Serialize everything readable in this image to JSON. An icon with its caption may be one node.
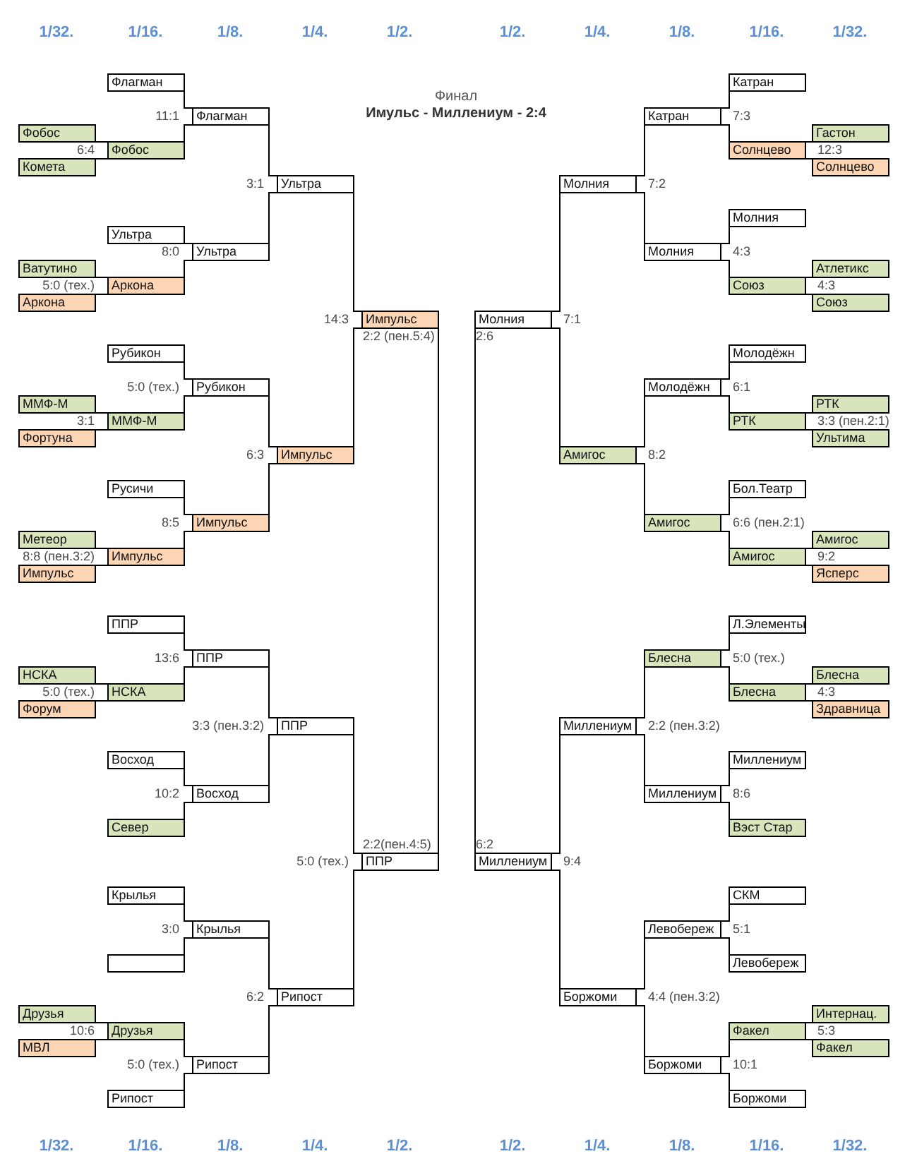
{
  "diagram": {
    "nodes": [
      {
        "text": [
          "Флагман"
        ]
      },
      {
        "text": [
          "Катран"
        ]
      },
      {
        "text": [
          "Флагман"
        ],
        "beside": [
          "11:1"
        ]
      },
      {
        "text": [
          "Катран"
        ],
        "beside": [
          "7:3"
        ]
      },
      {
        "text": [
          "Фобос"
        ]
      },
      {
        "text": [
          "Гастон"
        ]
      },
      {
        "text": [
          "Фобос"
        ]
      },
      {
        "text": [
          "Солнцево"
        ]
      },
      {
        "text": [
          "Комета"
        ]
      },
      {
        "text": [
          "Солнцево"
        ]
      },
      {
        "text": [
          "Ультра"
        ],
        "beside": [
          "3:1"
        ]
      },
      {
        "text": [
          "Молния"
        ],
        "beside": [
          "7:2"
        ]
      },
      {
        "text": [
          "Молния"
        ]
      },
      {
        "text": [
          "Ультра"
        ]
      },
      {
        "text": [
          "Ультра"
        ]
      },
      {
        "text": [
          "Молния"
        ],
        "beside": [
          "4:3"
        ]
      },
      {
        "text": [
          "Ватутино"
        ]
      },
      {
        "text": [
          "Атлетикс"
        ]
      },
      {
        "text": [
          "Аркона"
        ]
      },
      {
        "text": [
          "Союз"
        ]
      },
      {
        "text": [
          "Аркона"
        ]
      },
      {
        "text": [
          "Союз"
        ]
      },
      {
        "text": [
          "Импульс"
        ],
        "beside": [
          "14:3",
          "2:2 (пен.5:4)"
        ]
      },
      {
        "text": [
          "Молния"
        ],
        "beside": [
          "7:1",
          "2:6"
        ]
      },
      {
        "text": [
          "Рубикон"
        ]
      },
      {
        "text": [
          "Молодёжн"
        ]
      },
      {
        "text": [
          "Рубикон"
        ],
        "beside": [
          "5:0 (тех.)"
        ]
      },
      {
        "text": [
          "Молодёжн"
        ],
        "beside": [
          "6:1"
        ]
      },
      {
        "text": [
          "ММФ-М"
        ]
      },
      {
        "text": [
          "РТК"
        ]
      },
      {
        "text": [
          "ММФ-М"
        ]
      },
      {
        "text": [
          "РТК"
        ]
      },
      {
        "text": [
          "Фортуна"
        ]
      },
      {
        "text": [
          "Ультима"
        ]
      },
      {
        "text": [
          "Импульс"
        ],
        "beside": [
          "6:3"
        ]
      },
      {
        "text": [
          "Амигос"
        ],
        "beside": [
          "8:2"
        ]
      },
      {
        "text": [
          "Русичи"
        ]
      },
      {
        "text": [
          "Бол.Театр"
        ]
      },
      {
        "text": [
          "Импульс"
        ],
        "beside": [
          "8:5"
        ]
      },
      {
        "text": [
          "Амигос"
        ],
        "beside": [
          "6:6 (пен.2:1)"
        ]
      },
      {
        "text": [
          "Метеор"
        ]
      },
      {
        "text": [
          "Амигос"
        ]
      },
      {
        "text": [
          "Импульс"
        ]
      },
      {
        "text": [
          "Амигос"
        ]
      },
      {
        "text": [
          "Импульс"
        ]
      },
      {
        "text": [
          "Ясперс"
        ]
      },
      {
        "text": [
          "ППР"
        ]
      },
      {
        "text": [
          "Л.Элементы"
        ]
      },
      {
        "text": [
          "ППР"
        ],
        "beside": [
          "13:6"
        ]
      },
      {
        "text": [
          "Блесна"
        ],
        "beside": [
          "5:0 (тех.)"
        ]
      },
      {
        "text": [
          "НСКА"
        ]
      },
      {
        "text": [
          "Блесна"
        ]
      },
      {
        "text": [
          "НСКА"
        ]
      },
      {
        "text": [
          "Блесна"
        ]
      },
      {
        "text": [
          "Форум"
        ]
      },
      {
        "text": [
          "Здравница"
        ]
      },
      {
        "text": [
          "ППР"
        ],
        "beside": [
          "3:3 (пен.3:2)"
        ]
      },
      {
        "text": [
          "Миллениум"
        ],
        "beside": [
          "2:2 (пен.3:2)"
        ]
      },
      {
        "text": [
          "Восход"
        ]
      },
      {
        "text": [
          "Миллениум"
        ]
      },
      {
        "text": [
          "Восход"
        ],
        "beside": [
          "10:2"
        ]
      },
      {
        "text": [
          "Миллениум"
        ],
        "beside": [
          "8:6"
        ]
      },
      {
        "text": [
          "Север"
        ]
      },
      {
        "text": [
          "Вэст Стар"
        ]
      },
      {
        "text": [
          "ППР"
        ],
        "beside": [
          "2:2(пен.4:5)",
          "5:0 (тех.)"
        ]
      },
      {
        "text": [
          "Миллениум"
        ],
        "beside": [
          "6:2",
          "9:4"
        ]
      },
      {
        "text": [
          "Крылья"
        ]
      },
      {
        "text": [
          "СКМ"
        ]
      },
      {
        "text": [
          "Крылья"
        ],
        "beside": [
          "3:0"
        ]
      },
      {
        "text": [
          "Левобереж"
        ],
        "beside": [
          "5:1"
        ]
      },
      {
        "text": [],
        "shape": "box"
      },
      {
        "text": [
          "Левобереж"
        ]
      },
      {
        "text": [
          "Рипост"
        ],
        "beside": [
          "6:2"
        ]
      },
      {
        "text": [
          "Боржоми"
        ],
        "beside": [
          "4:4 (пен.3:2)"
        ]
      },
      {
        "text": [
          "Друзья"
        ]
      },
      {
        "text": [
          "Интернац."
        ]
      },
      {
        "text": [
          "Друзья"
        ]
      },
      {
        "text": [
          "Факел"
        ]
      },
      {
        "text": [
          "МВЛ"
        ]
      },
      {
        "text": [
          "Факел"
        ]
      },
      {
        "text": [
          "Рипост"
        ],
        "beside": [
          "5:0 (тех.)"
        ]
      },
      {
        "text": [
          "Боржоми"
        ],
        "beside": [
          "10:1"
        ]
      },
      {
        "text": [
          "Рипост"
        ]
      },
      {
        "text": [
          "Боржоми"
        ]
      }
    ],
    "edges": [
      {
        "from": 0,
        "to": 2,
        "arrow": "none"
      },
      {
        "from": 6,
        "to": 2,
        "arrow": "none"
      },
      {
        "from": 1,
        "to": 3,
        "arrow": "none"
      },
      {
        "from": 7,
        "to": 3,
        "arrow": "none"
      },
      {
        "from": 4,
        "to": 6,
        "arrow": "none"
      },
      {
        "from": 8,
        "to": 6,
        "arrow": "none"
      },
      {
        "from": 5,
        "to": 7,
        "arrow": "none"
      },
      {
        "from": 9,
        "to": 7,
        "arrow": "none"
      },
      {
        "from": 2,
        "to": 10,
        "arrow": "none"
      },
      {
        "from": 14,
        "to": 10,
        "arrow": "none"
      },
      {
        "from": 3,
        "to": 11,
        "arrow": "none"
      },
      {
        "from": 15,
        "to": 11,
        "arrow": "none"
      },
      {
        "from": 13,
        "to": 14,
        "arrow": "none"
      },
      {
        "from": 18,
        "to": 14,
        "arrow": "none"
      },
      {
        "from": 12,
        "to": 15,
        "arrow": "none"
      },
      {
        "from": 19,
        "to": 15,
        "arrow": "none"
      },
      {
        "from": 16,
        "to": 18,
        "arrow": "none"
      },
      {
        "from": 20,
        "to": 18,
        "arrow": "none"
      },
      {
        "from": 17,
        "to": 19,
        "arrow": "none"
      },
      {
        "from": 21,
        "to": 19,
        "arrow": "none"
      },
      {
        "from": 10,
        "to": 22,
        "arrow": "none"
      },
      {
        "from": 34,
        "to": 22,
        "arrow": "none"
      },
      {
        "from": 11,
        "to": 23,
        "arrow": "none"
      },
      {
        "from": 35,
        "to": 23,
        "arrow": "none"
      },
      {
        "from": 24,
        "to": 26,
        "arrow": "none"
      },
      {
        "from": 30,
        "to": 26,
        "arrow": "none"
      },
      {
        "from": 25,
        "to": 27,
        "arrow": "none"
      },
      {
        "from": 31,
        "to": 27,
        "arrow": "none"
      },
      {
        "from": 28,
        "to": 30,
        "arrow": "none"
      },
      {
        "from": 32,
        "to": 30,
        "arrow": "none"
      },
      {
        "from": 29,
        "to": 31,
        "arrow": "none"
      },
      {
        "from": 33,
        "to": 31,
        "arrow": "none"
      },
      {
        "from": 26,
        "to": 34,
        "arrow": "none"
      },
      {
        "from": 38,
        "to": 34,
        "arrow": "none"
      },
      {
        "from": 27,
        "to": 35,
        "arrow": "none"
      },
      {
        "from": 39,
        "to": 35,
        "arrow": "none"
      },
      {
        "from": 36,
        "to": 38,
        "arrow": "none"
      },
      {
        "from": 42,
        "to": 38,
        "arrow": "none"
      },
      {
        "from": 37,
        "to": 39,
        "arrow": "none"
      },
      {
        "from": 43,
        "to": 39,
        "arrow": "none"
      },
      {
        "from": 40,
        "to": 42,
        "arrow": "none"
      },
      {
        "from": 44,
        "to": 42,
        "arrow": "none"
      },
      {
        "from": 41,
        "to": 43,
        "arrow": "none"
      },
      {
        "from": 45,
        "to": 43,
        "arrow": "none"
      },
      {
        "from": 22,
        "to": 64,
        "arrow": "none"
      },
      {
        "from": 23,
        "to": 65,
        "arrow": "none"
      },
      {
        "from": 46,
        "to": 48,
        "arrow": "none"
      },
      {
        "from": 52,
        "to": 48,
        "arrow": "none"
      },
      {
        "from": 47,
        "to": 49,
        "arrow": "none"
      },
      {
        "from": 53,
        "to": 49,
        "arrow": "none"
      },
      {
        "from": 50,
        "to": 52,
        "arrow": "none"
      },
      {
        "from": 54,
        "to": 52,
        "arrow": "none"
      },
      {
        "from": 51,
        "to": 53,
        "arrow": "none"
      },
      {
        "from": 55,
        "to": 53,
        "arrow": "none"
      },
      {
        "from": 48,
        "to": 56,
        "arrow": "none"
      },
      {
        "from": 60,
        "to": 56,
        "arrow": "none"
      },
      {
        "from": 49,
        "to": 57,
        "arrow": "none"
      },
      {
        "from": 61,
        "to": 57,
        "arrow": "none"
      },
      {
        "from": 58,
        "to": 60,
        "arrow": "none"
      },
      {
        "from": 62,
        "to": 60,
        "arrow": "none"
      },
      {
        "from": 59,
        "to": 61,
        "arrow": "none"
      },
      {
        "from": 63,
        "to": 61,
        "arrow": "none"
      },
      {
        "from": 56,
        "to": 64,
        "arrow": "none"
      },
      {
        "from": 72,
        "to": 64,
        "arrow": "none"
      },
      {
        "from": 57,
        "to": 65,
        "arrow": "none"
      },
      {
        "from": 73,
        "to": 65,
        "arrow": "none"
      },
      {
        "from": 66,
        "to": 68,
        "arrow": "none"
      },
      {
        "from": 70,
        "to": 68,
        "arrow": "none"
      },
      {
        "from": 67,
        "to": 69,
        "arrow": "none"
      },
      {
        "from": 71,
        "to": 69,
        "arrow": "none"
      },
      {
        "from": 68,
        "to": 72,
        "arrow": "none"
      },
      {
        "from": 80,
        "to": 72,
        "arrow": "none"
      },
      {
        "from": 69,
        "to": 73,
        "arrow": "none"
      },
      {
        "from": 81,
        "to": 73,
        "arrow": "none"
      },
      {
        "from": 74,
        "to": 76,
        "arrow": "none"
      },
      {
        "from": 78,
        "to": 76,
        "arrow": "none"
      },
      {
        "from": 75,
        "to": 77,
        "arrow": "none"
      },
      {
        "from": 79,
        "to": 77,
        "arrow": "none"
      },
      {
        "from": 76,
        "to": 80,
        "arrow": "none"
      },
      {
        "from": 82,
        "to": 80,
        "arrow": "none"
      },
      {
        "from": 77,
        "to": 81,
        "arrow": "none"
      },
      {
        "from": 83,
        "to": 81,
        "arrow": "none"
      }
    ],
    "labels": [
      "1/32.",
      "1/16.",
      "1/8.",
      "1/4.",
      "1/2.",
      "1/2.",
      "1/4.",
      "1/8.",
      "1/16.",
      "1/32.",
      "Финал",
      "Имульс - Миллениум - 2:4",
      "6:4",
      "12:3",
      "8:0",
      "5:0 (тех.)",
      "4:3",
      "3:1",
      "3:3 (пен.2:1)",
      "8:8 (пен.3:2)",
      "9:2",
      "5:0 (тех.)",
      "4:3",
      "10:6",
      "5:3",
      "1/32.",
      "1/16.",
      "1/8.",
      "1/4.",
      "1/2.",
      "1/2.",
      "1/4.",
      "1/8.",
      "1/16.",
      "1/32."
    ]
  }
}
